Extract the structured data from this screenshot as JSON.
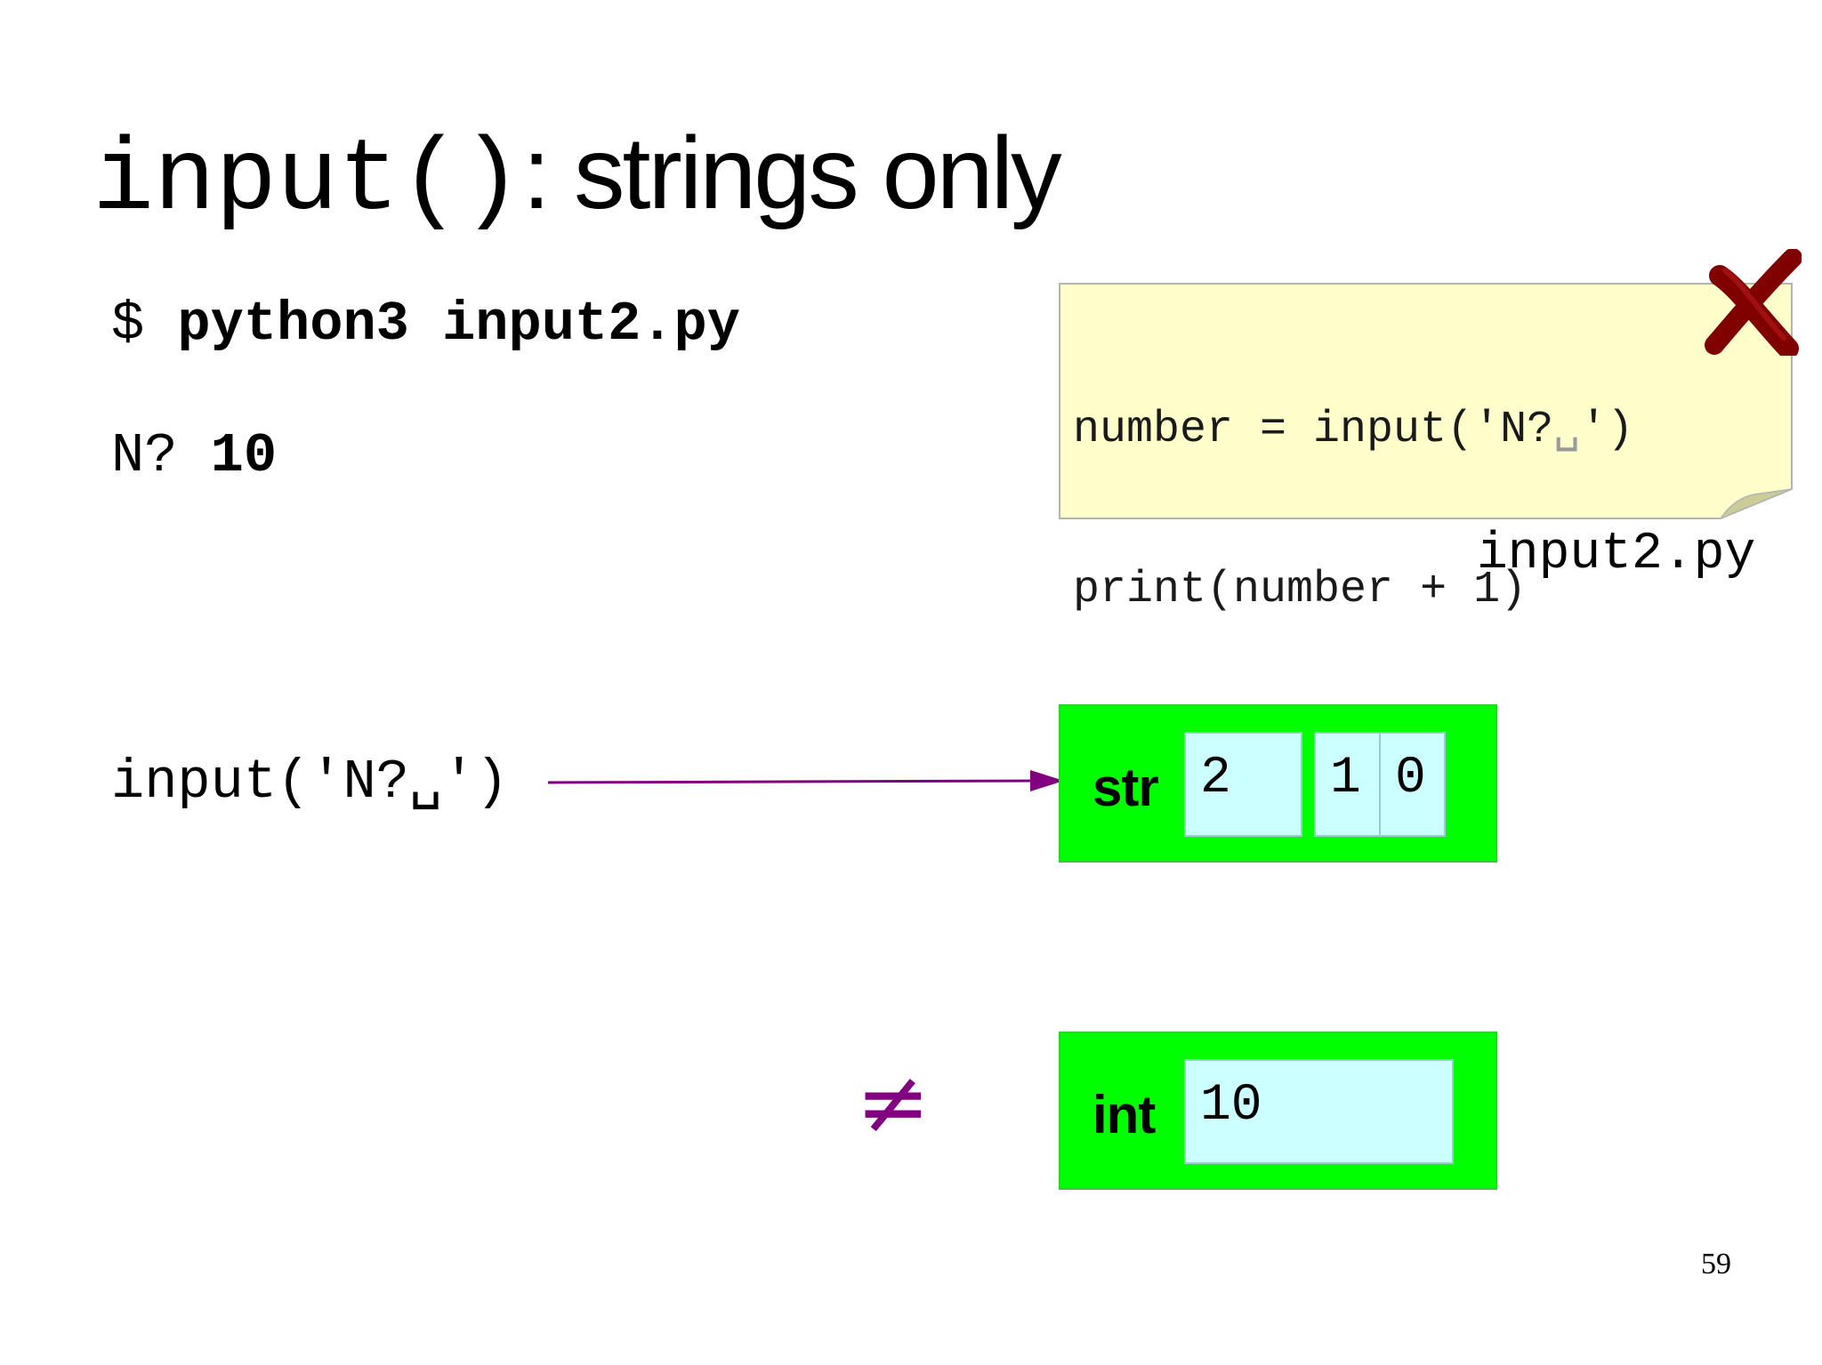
{
  "title": {
    "code_part": "input()",
    "text_part": ": strings only"
  },
  "terminal": {
    "prompt": "$ ",
    "command": "python3 input2.py",
    "prompt_text": "N? ",
    "user_input": "10"
  },
  "code_file": {
    "line1_pre": "number = input('N?",
    "line1_space": "␣",
    "line1_post": "')",
    "line2": "print(number + 1)",
    "filename": "input2.py",
    "status_icon": "red-cross-icon"
  },
  "expression": {
    "pre": "input('N?",
    "space": "␣",
    "post": "')"
  },
  "str_object": {
    "type_label": "str",
    "length": "2",
    "chars": [
      "1",
      "0"
    ]
  },
  "neq_symbol": "≠",
  "int_object": {
    "type_label": "int",
    "value": "10"
  },
  "page_number": "59",
  "colors": {
    "object_box": "#00ff00",
    "cell": "#ccffff",
    "note": "#ffffcc",
    "arrow": "#800080",
    "cross": "#800000"
  }
}
